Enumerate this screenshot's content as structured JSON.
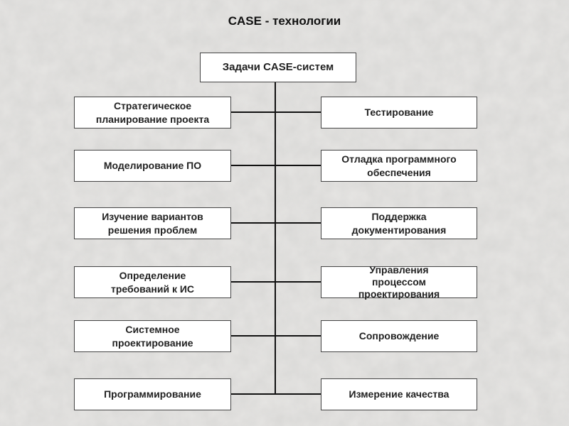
{
  "title": "CASE - технологии",
  "root": {
    "label": "Задачи CASE-систем"
  },
  "left_items": [
    {
      "label": "Стратегическое\nпланирование проекта"
    },
    {
      "label": "Моделирование ПО"
    },
    {
      "label": "Изучение вариантов\nрешения проблем"
    },
    {
      "label": "Определение\nтребований к ИС"
    },
    {
      "label": "Системное\nпроектирование"
    },
    {
      "label": "Программирование"
    }
  ],
  "right_items": [
    {
      "label": "Тестирование"
    },
    {
      "label": "Отладка программного\nобеспечения"
    },
    {
      "label": "Поддержка\nдокументирования"
    },
    {
      "label": "Управления\nпроцессом\nпроектирования"
    },
    {
      "label": "Сопровождение"
    },
    {
      "label": "Измерение качества"
    }
  ],
  "colors": {
    "background": "#e4e3e1",
    "box_fill": "#ffffff",
    "box_border": "#444444",
    "line": "#111111"
  }
}
